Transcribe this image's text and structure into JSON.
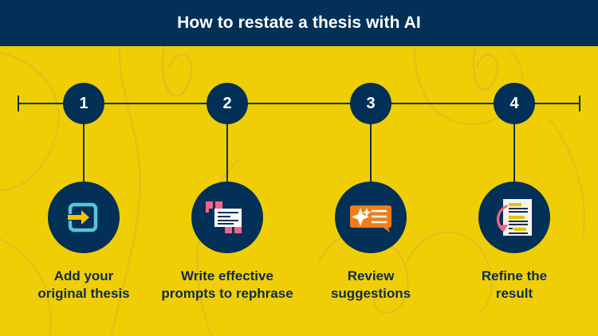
{
  "header": {
    "title": "How to restate a thesis with AI",
    "background_color": "#023057",
    "text_color": "#ffffff"
  },
  "canvas": {
    "background_color": "#f0ce06",
    "accent_navy": "#023057",
    "decoration": "faint-olive-swirls"
  },
  "timeline": {
    "axis_color": "#023057",
    "has_end_caps": true
  },
  "steps": [
    {
      "number": "1",
      "label": "Add your\noriginal thesis",
      "label_line1": "Add your",
      "label_line2": "original thesis",
      "icon": "login-arrow-icon",
      "icon_colors": {
        "frame": "#5bc2de",
        "arrow": "#f5c400"
      }
    },
    {
      "number": "2",
      "label": "Write effective\nprompts to rephrase",
      "label_line1": "Write effective",
      "label_line2": "prompts to rephrase",
      "icon": "quoted-text-card-icon",
      "icon_colors": {
        "quotes": "#f0658c",
        "card": "#ffffff",
        "lines": "#023057"
      }
    },
    {
      "number": "3",
      "label": "Review\nsuggestions",
      "label_line1": "Review",
      "label_line2": "suggestions",
      "icon": "ai-sparkle-suggestion-icon",
      "icon_colors": {
        "bubble": "#f07d18",
        "sparkle": "#ffffff",
        "lines": "#ffffff"
      }
    },
    {
      "number": "4",
      "label": "Refine the\nresult",
      "label_line1": "Refine the",
      "label_line2": "result",
      "icon": "document-revise-arrow-icon",
      "icon_colors": {
        "page": "#f7f3ea",
        "lines": "#023057",
        "highlight": "#e3c400",
        "arrow": "#f0658c"
      }
    }
  ]
}
